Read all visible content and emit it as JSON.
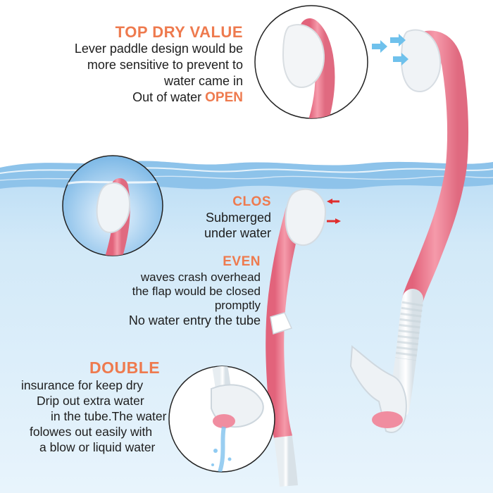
{
  "top": {
    "heading": "TOP DRY VALUE",
    "lines": [
      "Lever paddle design would be",
      "more sensitive to prevent to",
      "water came in"
    ],
    "status_prefix": "Out of water ",
    "status_word": "OPEN"
  },
  "clos": {
    "heading": "CLOS",
    "lines": [
      "Submerged",
      "under water"
    ]
  },
  "even": {
    "heading": "EVEN",
    "lines": [
      "waves crash overhead",
      "the flap would be closed",
      "promptly"
    ],
    "last_line": "No water entry the tube"
  },
  "double": {
    "heading": "DOUBLE",
    "lines": [
      "insurance for keep dry",
      "Drip out extra water",
      "in the tube.The water",
      "folowes out easily with",
      "a blow or liquid water"
    ]
  },
  "colors": {
    "accent": "#ee7a4e",
    "snorkel_pink": "#ef8a9a",
    "water_light": "#d9ecf8",
    "water_deep": "#a8d1ef",
    "arrow_blue": "#6fc1ec",
    "arrow_red": "#e02d2d"
  }
}
